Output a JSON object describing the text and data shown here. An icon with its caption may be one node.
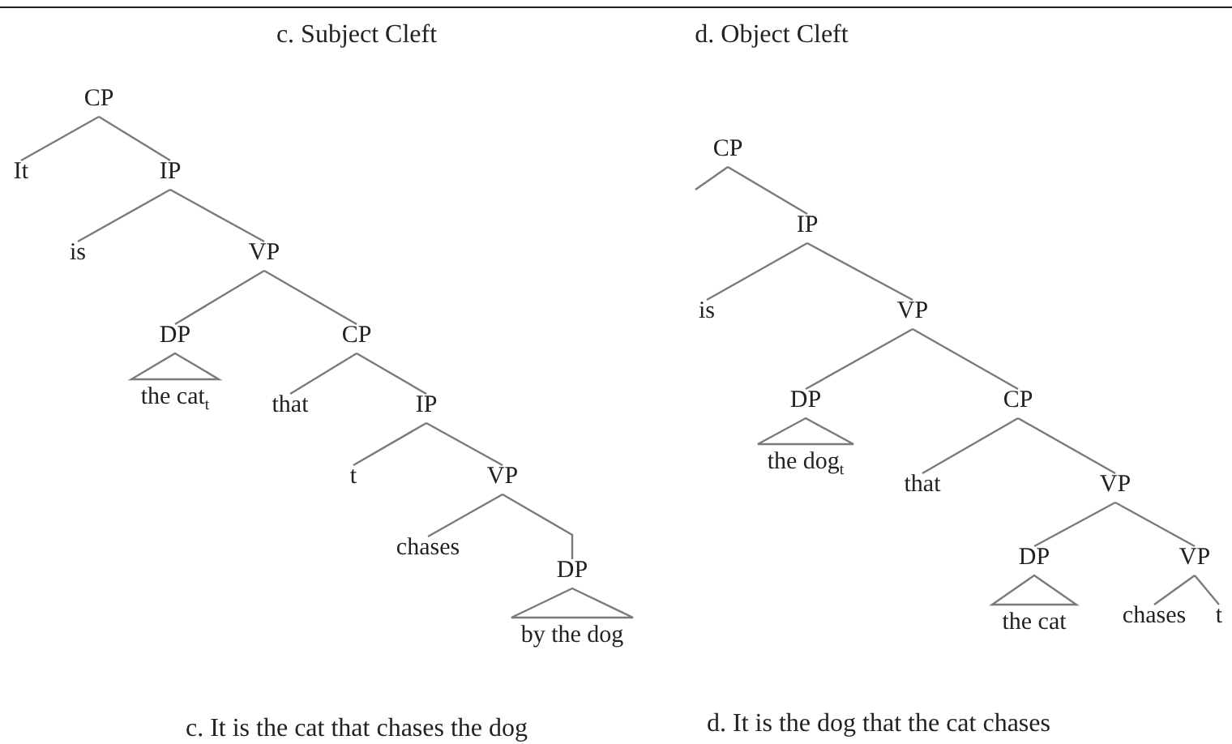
{
  "diagram": {
    "nodes": [
      {
        "text": [
          "CP"
        ]
      },
      {
        "text": [
          "It"
        ]
      },
      {
        "text": [
          "IP"
        ]
      },
      {
        "text": [
          "is"
        ]
      },
      {
        "text": [
          "VP"
        ]
      },
      {
        "text": [
          "DP"
        ]
      },
      {
        "text": [
          "the cat$_{t}$"
        ]
      },
      {
        "text": [
          "CP"
        ]
      },
      {
        "text": [
          "that"
        ]
      },
      {
        "text": [
          "IP"
        ]
      },
      {
        "text": [
          "t"
        ]
      },
      {
        "text": [
          "VP"
        ]
      },
      {
        "text": [
          "chases"
        ]
      },
      {
        "text": [
          "DP"
        ]
      },
      {
        "text": [
          "by the dog"
        ]
      },
      {
        "text": [
          "CP"
        ]
      },
      {
        "text": [
          "IP"
        ]
      },
      {
        "text": [
          "is"
        ]
      },
      {
        "text": [
          "VP"
        ]
      },
      {
        "text": [
          "DP"
        ]
      },
      {
        "text": [
          "the dog$_{t}$"
        ]
      },
      {
        "text": [
          "CP"
        ]
      },
      {
        "text": [
          "that"
        ]
      },
      {
        "text": [
          "VP"
        ]
      },
      {
        "text": [
          "DP"
        ]
      },
      {
        "text": [
          "the cat"
        ]
      },
      {
        "text": [
          "VP"
        ]
      },
      {
        "text": [
          "chases"
        ]
      },
      {
        "text": [
          "t"
        ]
      }
    ],
    "edges": [
      {
        "from": 0,
        "to": 1,
        "arrow": "none"
      },
      {
        "from": 0,
        "to": 2,
        "arrow": "none"
      },
      {
        "from": 2,
        "to": 3,
        "arrow": "none"
      },
      {
        "from": 2,
        "to": 4,
        "arrow": "none"
      },
      {
        "from": 4,
        "to": 5,
        "arrow": "none"
      },
      {
        "from": 4,
        "to": 7,
        "arrow": "none"
      },
      {
        "from": 5,
        "to": 6,
        "arrow": "none"
      },
      {
        "from": 7,
        "to": 8,
        "arrow": "none"
      },
      {
        "from": 7,
        "to": 9,
        "arrow": "none"
      },
      {
        "from": 9,
        "to": 10,
        "arrow": "none"
      },
      {
        "from": 9,
        "to": 11,
        "arrow": "none"
      },
      {
        "from": 11,
        "to": 12,
        "arrow": "none"
      },
      {
        "from": 11,
        "to": 13,
        "arrow": "none"
      },
      {
        "from": 13,
        "to": 14,
        "arrow": "none"
      },
      {
        "from": 15,
        "to": null,
        "arrow": "none"
      },
      {
        "from": 15,
        "to": 16,
        "arrow": "none"
      },
      {
        "from": 16,
        "to": 17,
        "arrow": "none"
      },
      {
        "from": 16,
        "to": 18,
        "arrow": "none"
      },
      {
        "from": 18,
        "to": 19,
        "arrow": "none"
      },
      {
        "from": 18,
        "to": 21,
        "arrow": "none"
      },
      {
        "from": 19,
        "to": 20,
        "arrow": "none"
      },
      {
        "from": 21,
        "to": 22,
        "arrow": "none"
      },
      {
        "from": 21,
        "to": 23,
        "arrow": "none"
      },
      {
        "from": 23,
        "to": 24,
        "arrow": "none"
      },
      {
        "from": 23,
        "to": 26,
        "arrow": "none"
      },
      {
        "from": 24,
        "to": 25,
        "arrow": "none"
      },
      {
        "from": 26,
        "to": 27,
        "arrow": "none"
      },
      {
        "from": 26,
        "to": 28,
        "arrow": "none"
      }
    ],
    "labels": [
      "c. Subject Cleft",
      "d. Object Cleft",
      "c. It is the cat that chases the dog",
      "d. It is the dog that the cat chases"
    ]
  }
}
